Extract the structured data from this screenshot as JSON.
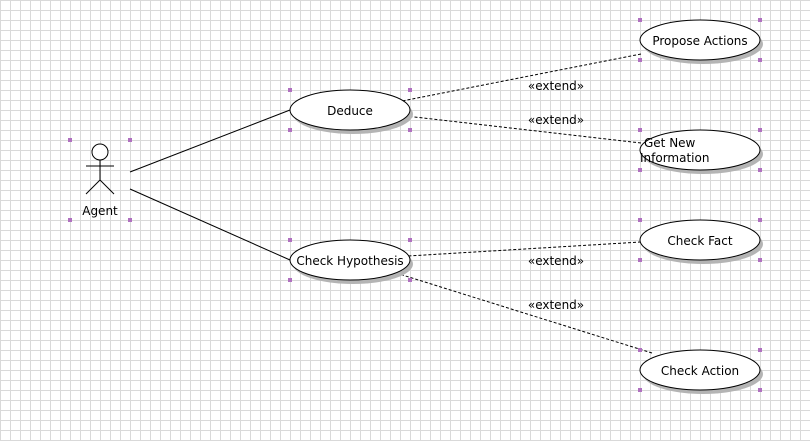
{
  "actor": {
    "name": "Agent"
  },
  "use_cases": {
    "deduce": "Deduce",
    "check_hypothesis": "Check Hypothesis",
    "propose_actions": "Propose Actions",
    "get_new_information_line1": "Get New",
    "get_new_information_line2": "Information",
    "check_fact": "Check Fact",
    "check_action": "Check Action"
  },
  "relationships": {
    "extend_propose_actions": "«extend»",
    "extend_get_new_information": "«extend»",
    "extend_check_fact": "«extend»",
    "extend_check_action": "«extend»"
  },
  "colors": {
    "handle": "#b070c0",
    "shadow": "#b4b4b4",
    "line": "#000000"
  }
}
